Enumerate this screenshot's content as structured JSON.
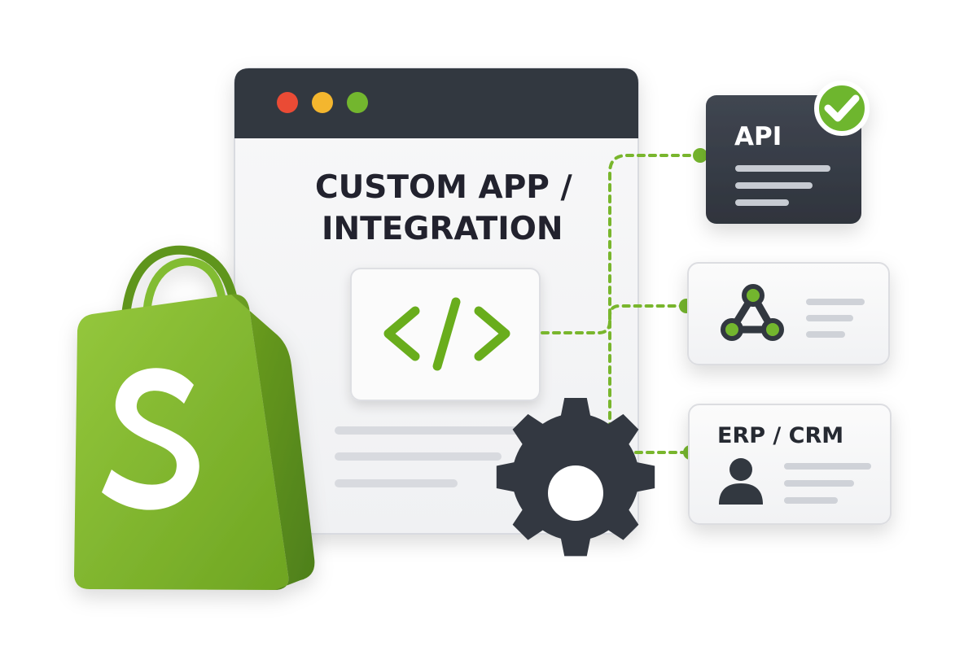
{
  "colors": {
    "brand_green": "#7bb31f",
    "brand_green_dark": "#5f951b",
    "dark": "#333841",
    "window_bg": "#f5f6f7",
    "line_gray": "#d7d9de",
    "connector_green": "#79b62d",
    "white": "#ffffff"
  },
  "icons": {
    "window_controls": [
      "red-dot-icon",
      "yellow-dot-icon",
      "green-dot-icon"
    ],
    "code": "code-brackets-icon",
    "shopping_bag": "shopping-bag-icon",
    "logo_letter": "shopify-s-logo-icon",
    "gear": "gear-icon",
    "check": "check-icon",
    "webhook": "webhook-icon",
    "user": "user-icon"
  },
  "window": {
    "title_line_1": "CUSTOM APP /",
    "title_line_2": "INTEGRATION"
  },
  "integrations": {
    "api_label": "API",
    "erp_label": "ERP / CRM"
  }
}
